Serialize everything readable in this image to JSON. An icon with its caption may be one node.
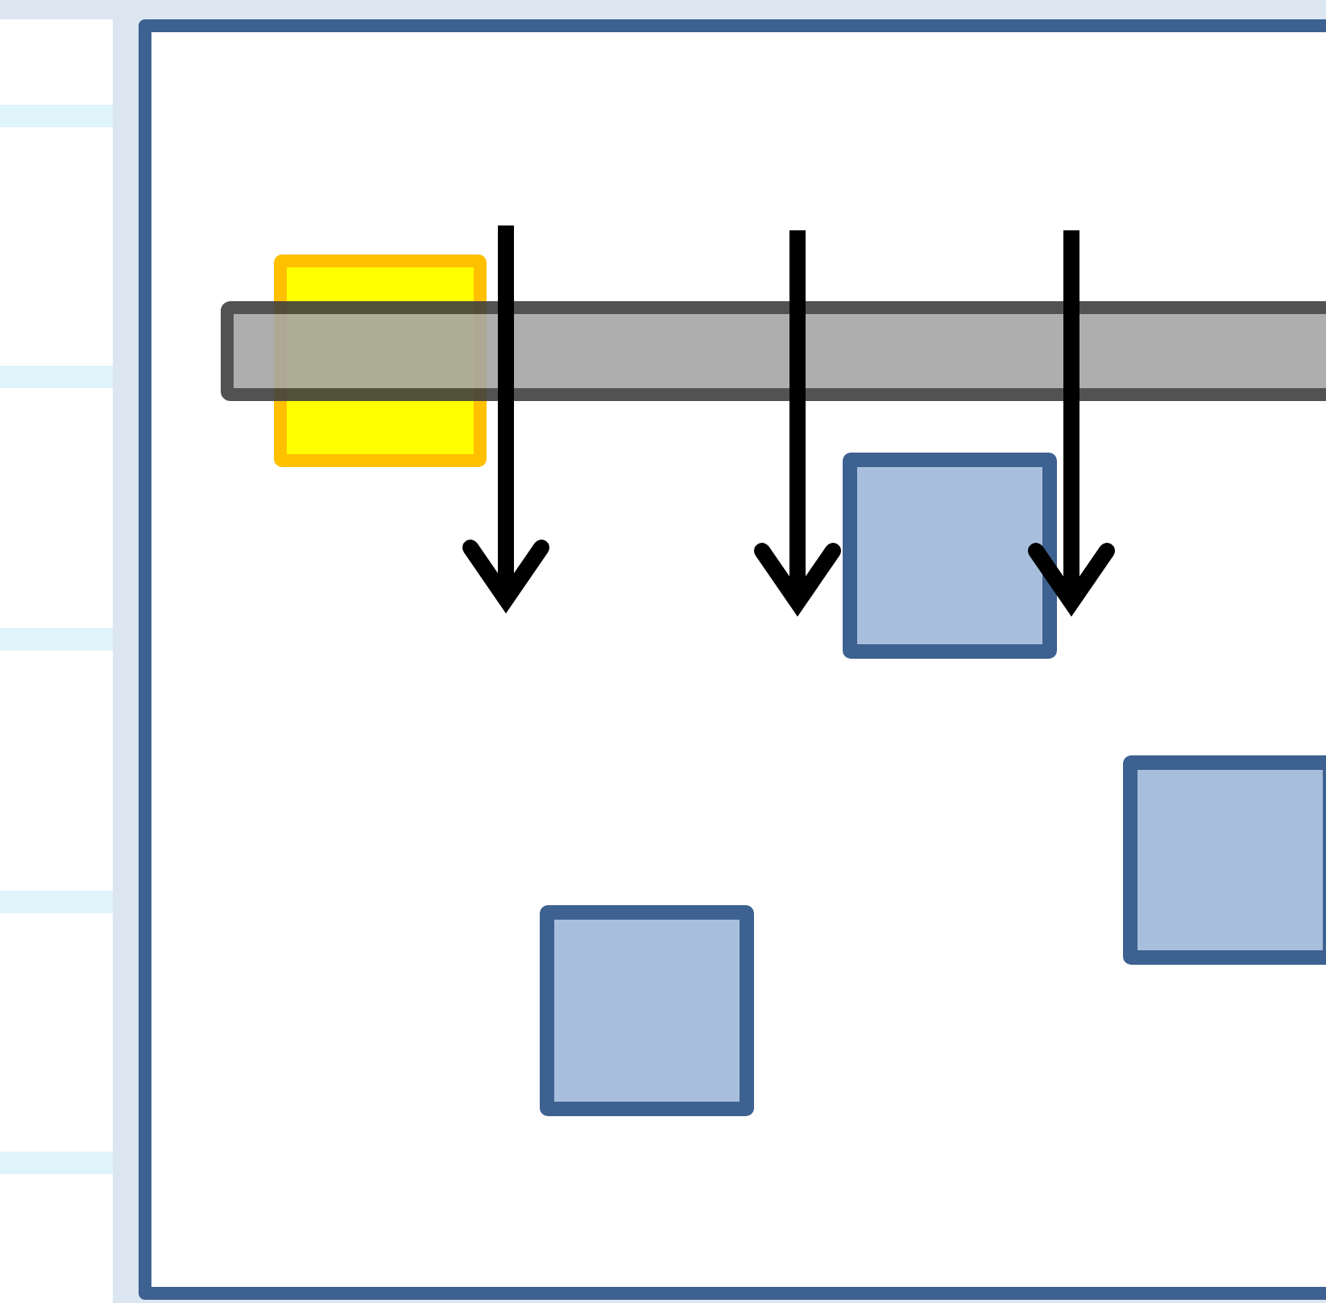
{
  "diagram": {
    "nodes": [
      {
        "text": [],
        "shape": "box"
      },
      {
        "text": [],
        "shape": "box",
        "in": 0
      },
      {
        "text": [],
        "shape": "bar",
        "in": 0
      },
      {
        "text": [],
        "shape": "box",
        "in": 0
      },
      {
        "text": [],
        "shape": "box",
        "in": 0
      },
      {
        "text": [],
        "shape": "box",
        "in": 0
      }
    ]
  }
}
